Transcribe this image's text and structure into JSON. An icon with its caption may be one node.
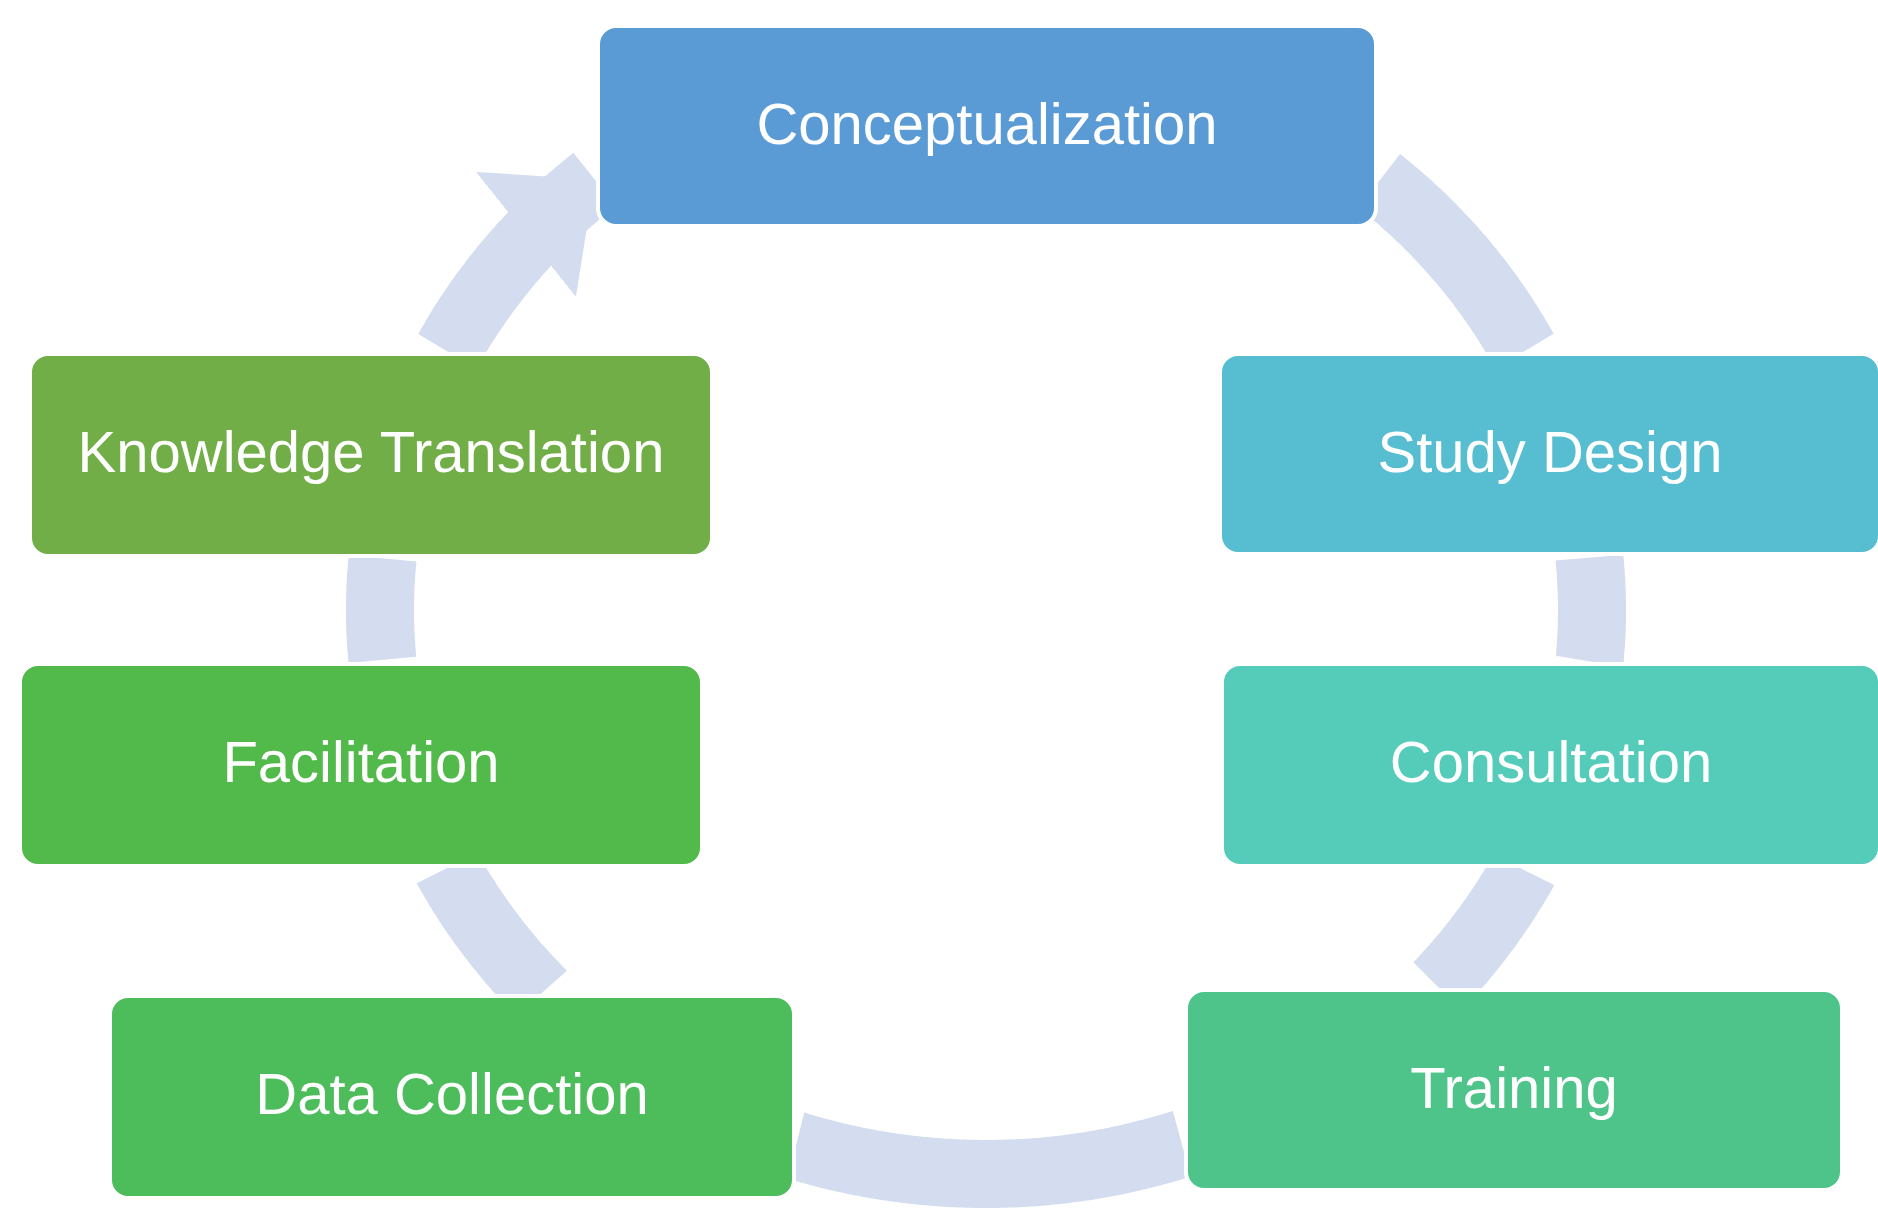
{
  "diagram": {
    "nodes": [
      {
        "text": [
          "Conceptualization"
        ]
      },
      {
        "text": [
          "Study Design"
        ]
      },
      {
        "text": [
          "Consultation"
        ]
      },
      {
        "text": [
          "Training"
        ]
      },
      {
        "text": [
          "Data Collection"
        ]
      },
      {
        "text": [
          "Facilitation"
        ]
      },
      {
        "text": [
          "Knowledge Translation"
        ]
      }
    ],
    "edges": [
      {
        "from": 0,
        "to": 1,
        "arrow": "none"
      },
      {
        "from": 1,
        "to": 2,
        "arrow": "none"
      },
      {
        "from": 2,
        "to": 3,
        "arrow": "none"
      },
      {
        "from": 3,
        "to": 4,
        "arrow": "none"
      },
      {
        "from": 4,
        "to": 5,
        "arrow": "none"
      },
      {
        "from": 5,
        "to": 6,
        "arrow": "none"
      },
      {
        "from": 6,
        "to": 0,
        "arrow": "to"
      }
    ]
  }
}
